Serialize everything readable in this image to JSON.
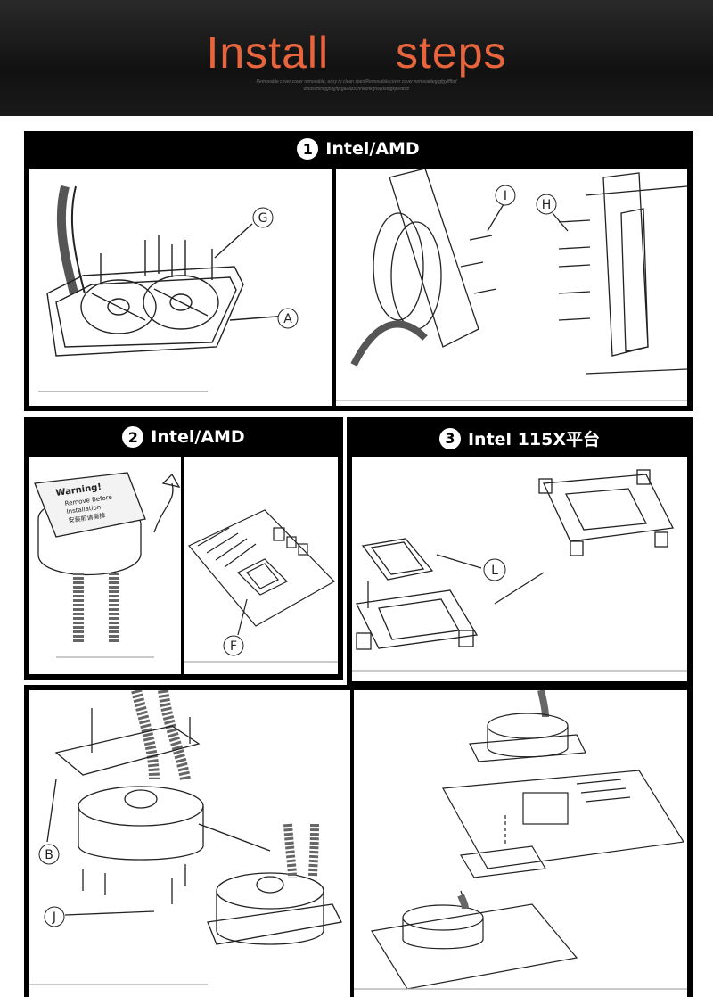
{
  "header": {
    "title": "Install steps",
    "subtitle_line1": "Removable cover cover removable, easy to clean standRemovable cover cover removablegrgfgyfffbcf",
    "subtitle_line2": "dfsdsdfsfsgghhjjhjkgaaazzzhhkdhkghejkkdhgkjhvdbdr"
  },
  "sections": [
    {
      "number": "1",
      "label": "Intel/AMD"
    },
    {
      "number": "2",
      "label": "Intel/AMD"
    },
    {
      "number": "3",
      "label": "Intel 115X平台"
    }
  ],
  "callouts": {
    "g": "G",
    "a": "A",
    "i": "I",
    "h": "H",
    "f": "F",
    "l": "L",
    "b": "B",
    "j": "J"
  },
  "warning_label": {
    "line1": "Warning!",
    "line2": "Remove Before",
    "line3": "Installation",
    "line4": "安装前请撕掉"
  }
}
